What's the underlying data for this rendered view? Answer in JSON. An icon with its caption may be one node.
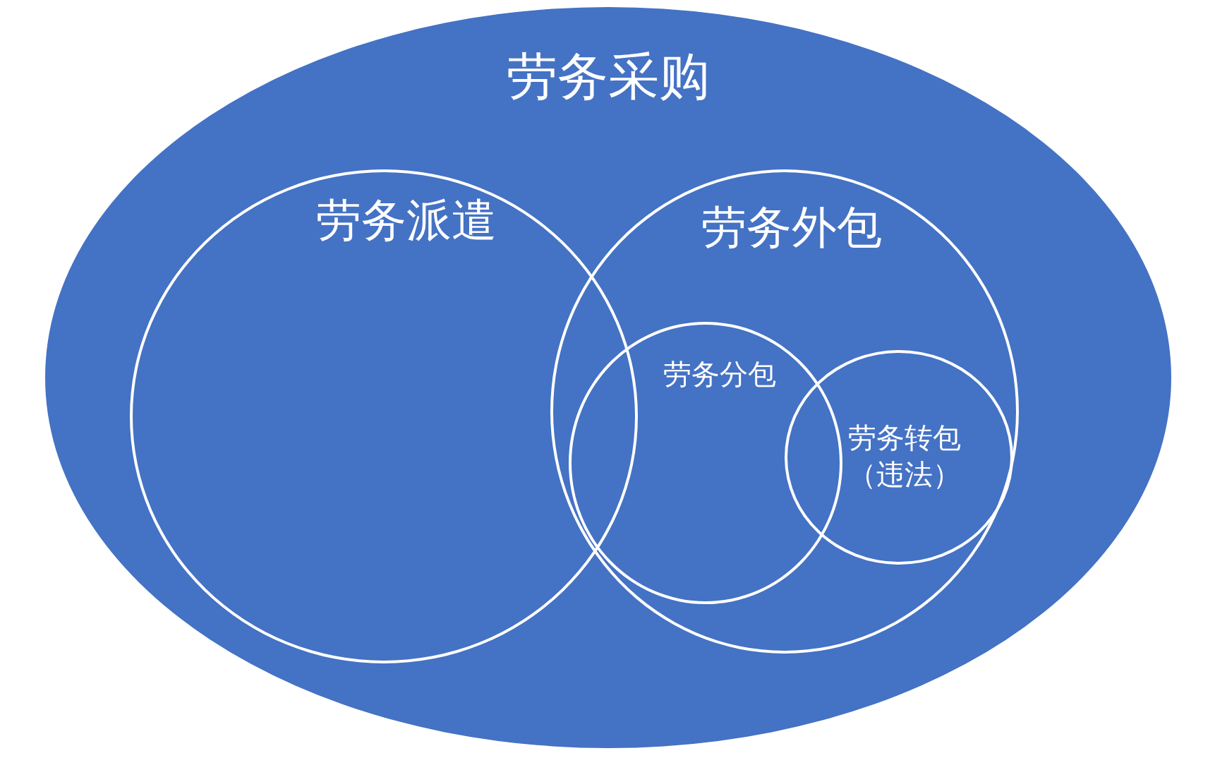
{
  "diagram": {
    "nodes": [
      {
        "text": [
          "劳务采购"
        ]
      },
      {
        "text": [
          "劳务派遣"
        ],
        "in": 0
      },
      {
        "text": [
          "劳务外包"
        ],
        "in": 0
      },
      {
        "text": [
          "劳务分包"
        ],
        "in": 2
      },
      {
        "text": [
          "劳务转包（违法）"
        ],
        "in": 2
      }
    ]
  }
}
